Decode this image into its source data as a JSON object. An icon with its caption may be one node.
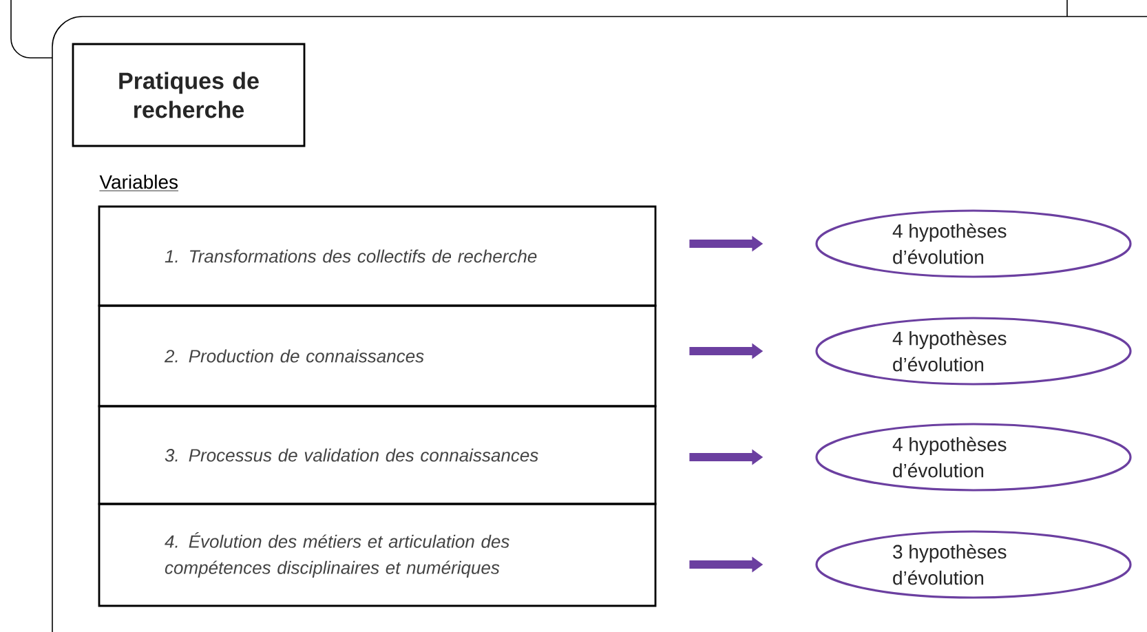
{
  "diagram": {
    "nodes": [
      {
        "text": [],
        "shape": "box"
      },
      {
        "text": [
          "Pratiques de recherche"
        ],
        "in": 0
      },
      {
        "text": [
          "1. Transformations des collectifs de recherche"
        ],
        "in": 0
      },
      {
        "text": [
          "2. Production de connaissances"
        ],
        "in": 0
      },
      {
        "text": [
          "3. Processus de validation des connaissances"
        ],
        "in": 0
      },
      {
        "text": [
          "4. Évolution des métiers et articulation des compétences disciplinaires et numériques"
        ],
        "in": 0
      },
      {
        "text": [
          "4 hypothèses d’évolution"
        ],
        "in": 0
      },
      {
        "text": [
          "4 hypothèses d’évolution"
        ],
        "in": 0
      },
      {
        "text": [
          "4 hypothèses d’évolution"
        ],
        "in": 0
      },
      {
        "text": [
          "3 hypothèses d’évolution"
        ],
        "in": 0
      }
    ],
    "edges": [
      {
        "from": 2,
        "to": 6,
        "arrow": "to"
      },
      {
        "from": 3,
        "to": 7,
        "arrow": "to"
      },
      {
        "from": 4,
        "to": 8,
        "arrow": "to"
      },
      {
        "from": 5,
        "to": 9,
        "arrow": "to"
      }
    ],
    "labels": [
      "Variables"
    ]
  }
}
